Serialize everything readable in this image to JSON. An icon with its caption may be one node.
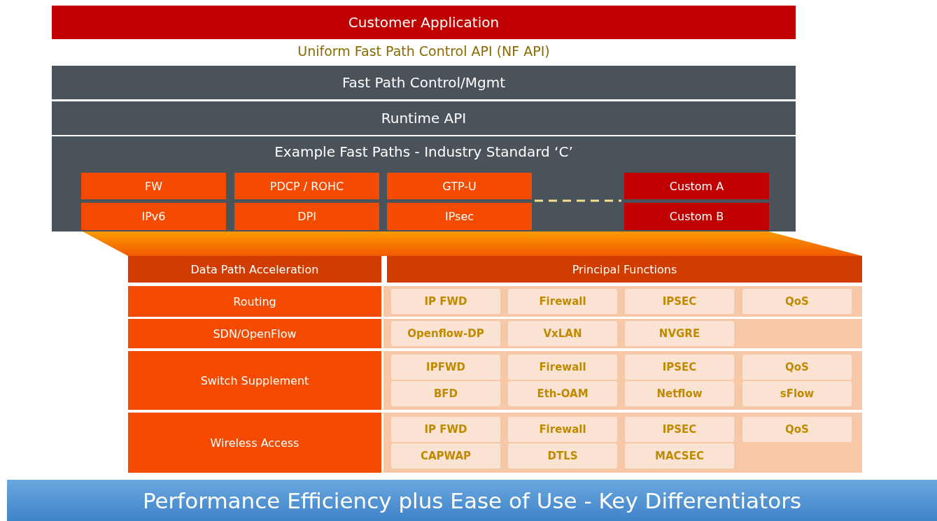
{
  "diagram": {
    "nodes": [
      {
        "text": [
          "Customer Application"
        ]
      },
      {
        "text": [
          "Fast Path Control/Mgmt"
        ]
      },
      {
        "text": [
          "Runtime API"
        ]
      },
      {
        "text": [
          "Example Fast Paths - Industry Standard ‘C’"
        ]
      },
      {
        "text": [
          "FW"
        ],
        "in": 3
      },
      {
        "text": [
          "PDCP / ROHC"
        ],
        "in": 3
      },
      {
        "text": [
          "GTP-U"
        ],
        "in": 3
      },
      {
        "text": [
          "Custom A"
        ],
        "in": 3
      },
      {
        "text": [
          "IPv6"
        ],
        "in": 3
      },
      {
        "text": [
          "DPI"
        ],
        "in": 3
      },
      {
        "text": [
          "IPsec"
        ],
        "in": 3
      },
      {
        "text": [
          "Custom B"
        ],
        "in": 3
      },
      {
        "text": [
          "Data Path Acceleration"
        ]
      },
      {
        "text": [
          "Principal Functions"
        ]
      },
      {
        "text": [
          "Routing"
        ]
      },
      {
        "text": [
          "IP FWD"
        ]
      },
      {
        "text": [
          "Firewall"
        ]
      },
      {
        "text": [
          "IPSEC"
        ]
      },
      {
        "text": [
          "QoS"
        ]
      },
      {
        "text": [
          "SDN/OpenFlow"
        ]
      },
      {
        "text": [
          "Openflow-DP"
        ]
      },
      {
        "text": [
          "VxLAN"
        ]
      },
      {
        "text": [
          "NVGRE"
        ]
      },
      {
        "text": [
          "Switch Supplement"
        ]
      },
      {
        "text": [
          "IPFWD"
        ]
      },
      {
        "text": [
          "Firewall"
        ]
      },
      {
        "text": [
          "IPSEC"
        ]
      },
      {
        "text": [
          "QoS"
        ]
      },
      {
        "text": [
          "BFD"
        ]
      },
      {
        "text": [
          "Eth-OAM"
        ]
      },
      {
        "text": [
          "Netflow"
        ]
      },
      {
        "text": [
          "sFlow"
        ]
      },
      {
        "text": [
          "Wireless Access"
        ]
      },
      {
        "text": [
          "IP FWD"
        ]
      },
      {
        "text": [
          "Firewall"
        ]
      },
      {
        "text": [
          "IPSEC"
        ]
      },
      {
        "text": [
          "QoS"
        ]
      },
      {
        "text": [
          "CAPWAP"
        ]
      },
      {
        "text": [
          "DTLS"
        ]
      },
      {
        "text": [
          "MACSEC"
        ]
      },
      {
        "text": [
          "Performance Efficiency plus Ease of Use - Key Differentiators"
        ]
      },
      {
        "text": [],
        "shape": "trapezoid"
      }
    ],
    "edges": [
      {
        "from": 6,
        "to": 7,
        "arrow": "none",
        "style": "dashed",
        "color": "#f6e08c"
      }
    ],
    "labels": [
      "Uniform Fast Path Control API (NF API)"
    ]
  }
}
